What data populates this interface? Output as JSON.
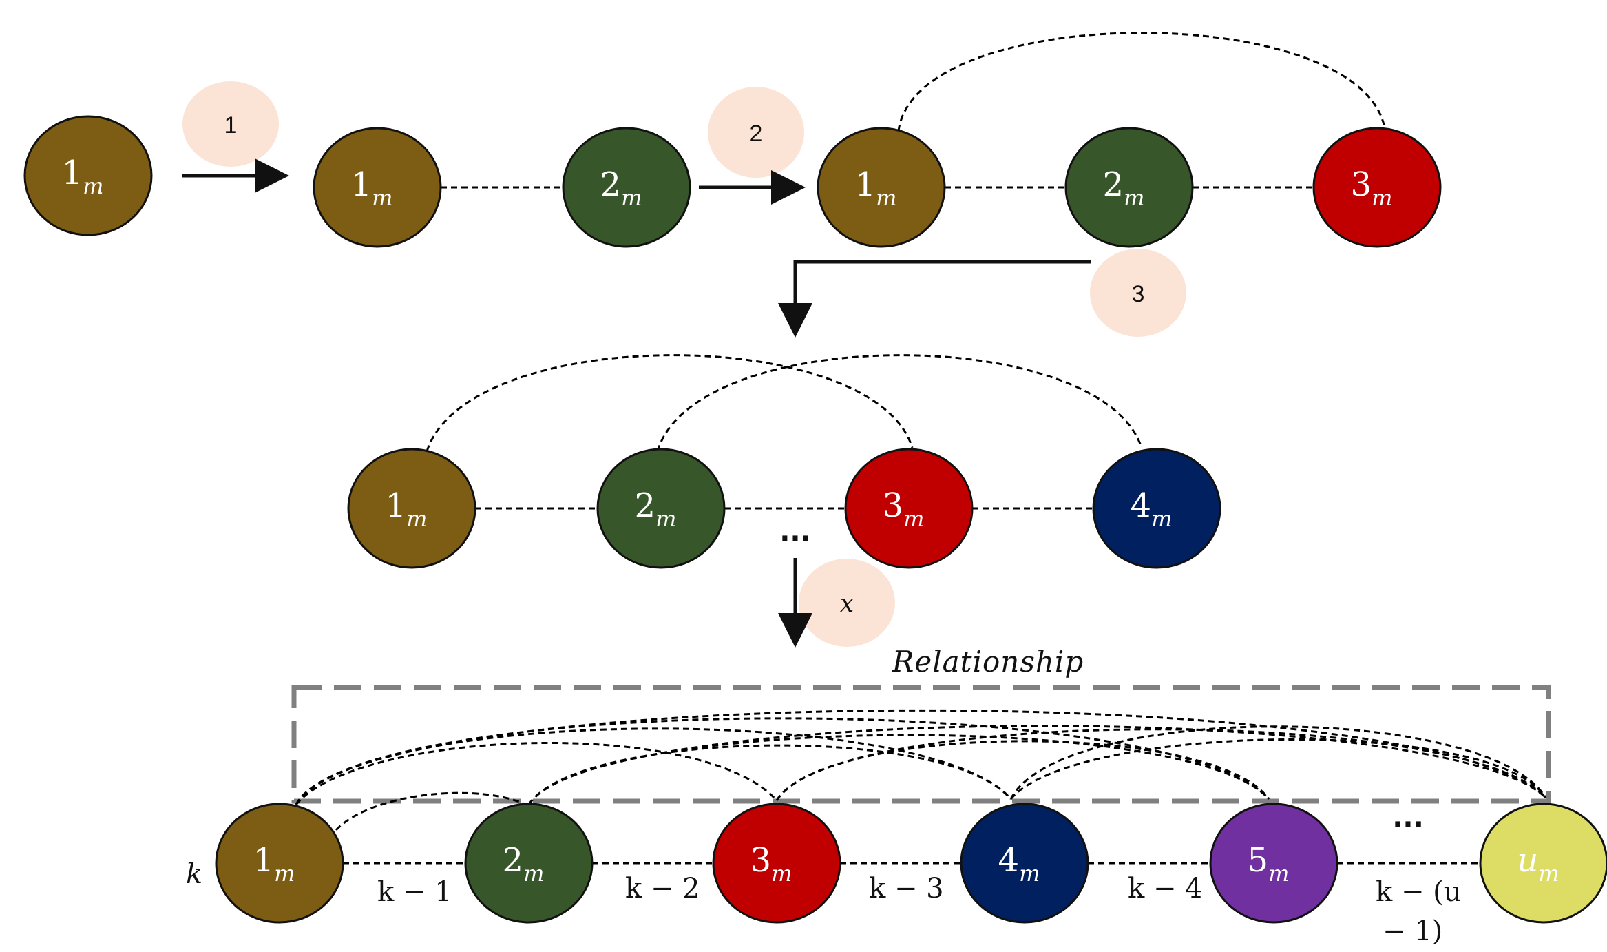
{
  "steps": [
    "1",
    "2",
    "3",
    "x"
  ],
  "row1": {
    "node": {
      "main": "1",
      "sub": "m",
      "color": "#7d5c14"
    }
  },
  "row2": {
    "nodes": [
      {
        "main": "1",
        "sub": "m",
        "color": "#7d5c14"
      },
      {
        "main": "2",
        "sub": "m",
        "color": "#37562a"
      }
    ]
  },
  "row3": {
    "nodes": [
      {
        "main": "1",
        "sub": "m",
        "color": "#7d5c14"
      },
      {
        "main": "2",
        "sub": "m",
        "color": "#37562a"
      },
      {
        "main": "3",
        "sub": "m",
        "color": "#c00000"
      }
    ]
  },
  "row4": {
    "nodes": [
      {
        "main": "1",
        "sub": "m",
        "color": "#7d5c14"
      },
      {
        "main": "2",
        "sub": "m",
        "color": "#37562a"
      },
      {
        "main": "3",
        "sub": "m",
        "color": "#c00000"
      },
      {
        "main": "4",
        "sub": "m",
        "color": "#002060"
      }
    ],
    "ellipsis": "..."
  },
  "row5": {
    "nodes": [
      {
        "main": "1",
        "sub": "m",
        "color": "#7d5c14"
      },
      {
        "main": "2",
        "sub": "m",
        "color": "#37562a"
      },
      {
        "main": "3",
        "sub": "m",
        "color": "#c00000"
      },
      {
        "main": "4",
        "sub": "m",
        "color": "#002060"
      },
      {
        "main": "5",
        "sub": "m",
        "color": "#7030a0"
      },
      {
        "main": "u",
        "sub": "m",
        "color": "#dddd66"
      }
    ],
    "ellipsis": "...",
    "relationship_label": "Relationship",
    "weights": {
      "k": "k",
      "k1": "k − 1",
      "k2": "k − 2",
      "k3": "k − 3",
      "k4": "k − 4",
      "ku_line1": "k − (u",
      "ku_line2": "− 1)"
    }
  },
  "colors": {
    "step_bubble": "#fbe3d6",
    "relationship_box": "#808080",
    "edge": "#000000"
  }
}
